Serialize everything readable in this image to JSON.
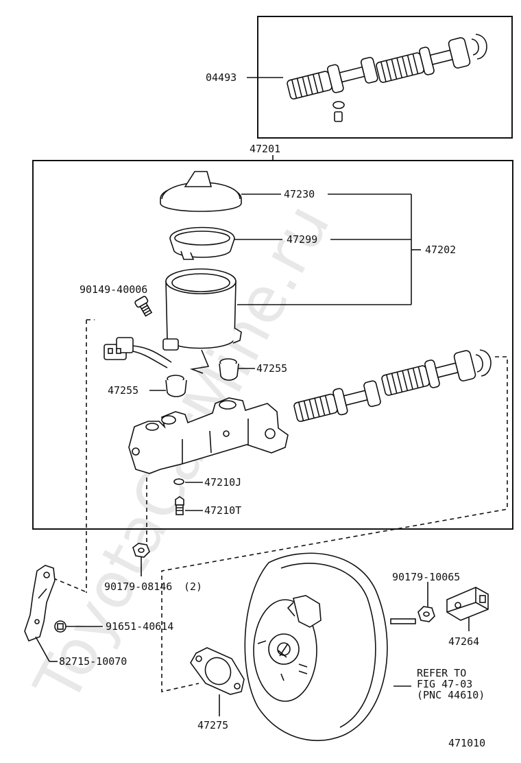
{
  "watermark": "ToyotaCarMine.ru",
  "figure_code": "471010",
  "parts": {
    "seal_kit": "04493",
    "master_cylinder_assy": "47201",
    "reservoir_cap": "47230",
    "cap_strainer": "47299",
    "reservoir_assy": "47202",
    "union_screw": "90149-40006",
    "grommet_right": "47255",
    "grommet_left": "47255",
    "gasket": "47210J",
    "plug": "47210T",
    "nut_8146": "90179-08146",
    "nut_8146_qty": "(2)",
    "nut_10065": "90179-10065",
    "bracket_clip": "91651-40614",
    "bracket": "82715-10070",
    "clevis": "47264",
    "booster_gasket": "47275"
  },
  "refer_note": {
    "line1": "REFER TO",
    "line2": "FIG 47-03",
    "line3": "(PNC 44610)"
  }
}
